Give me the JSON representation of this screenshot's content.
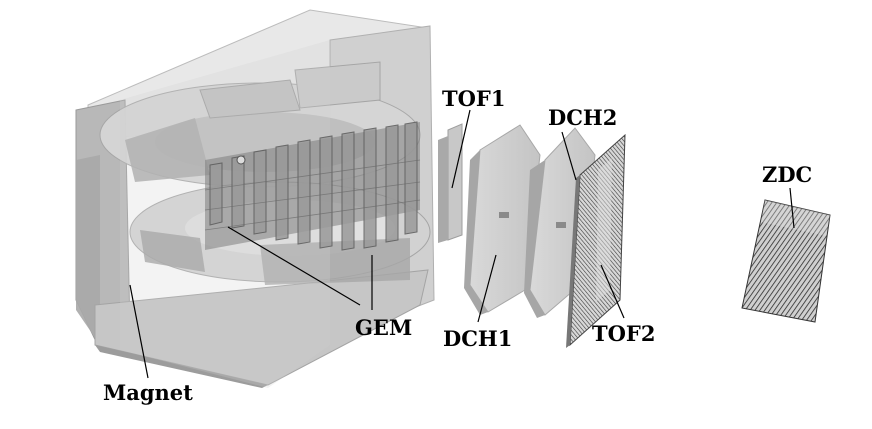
{
  "labels": {
    "magnet": "Magnet",
    "gem": "GEM",
    "tof1": "TOF1",
    "dch1": "DCH1",
    "dch2": "DCH2",
    "tof2": "TOF2",
    "zdc": "ZDC"
  },
  "colors": {
    "background": "#ffffff",
    "detector_gray": "#bdbdbd",
    "highlight_gray": "#e6e6e6",
    "shadow_gray": "#8e8e8e",
    "label_text": "#000000"
  }
}
